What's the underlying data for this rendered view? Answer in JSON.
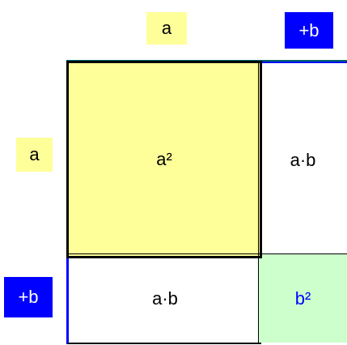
{
  "labels": {
    "top_a": "a",
    "top_b": "+b",
    "left_a": "a",
    "left_b": "+b"
  },
  "cells": {
    "a_squared": "a²",
    "ab_right": "a·b",
    "ab_bottom": "a·b",
    "b_squared": "b²"
  },
  "colors": {
    "a_highlight": "#ffff99",
    "b_highlight": "#0000ff",
    "b_squared_fill": "#ccffcc",
    "b_squared_text": "#0000ff"
  }
}
